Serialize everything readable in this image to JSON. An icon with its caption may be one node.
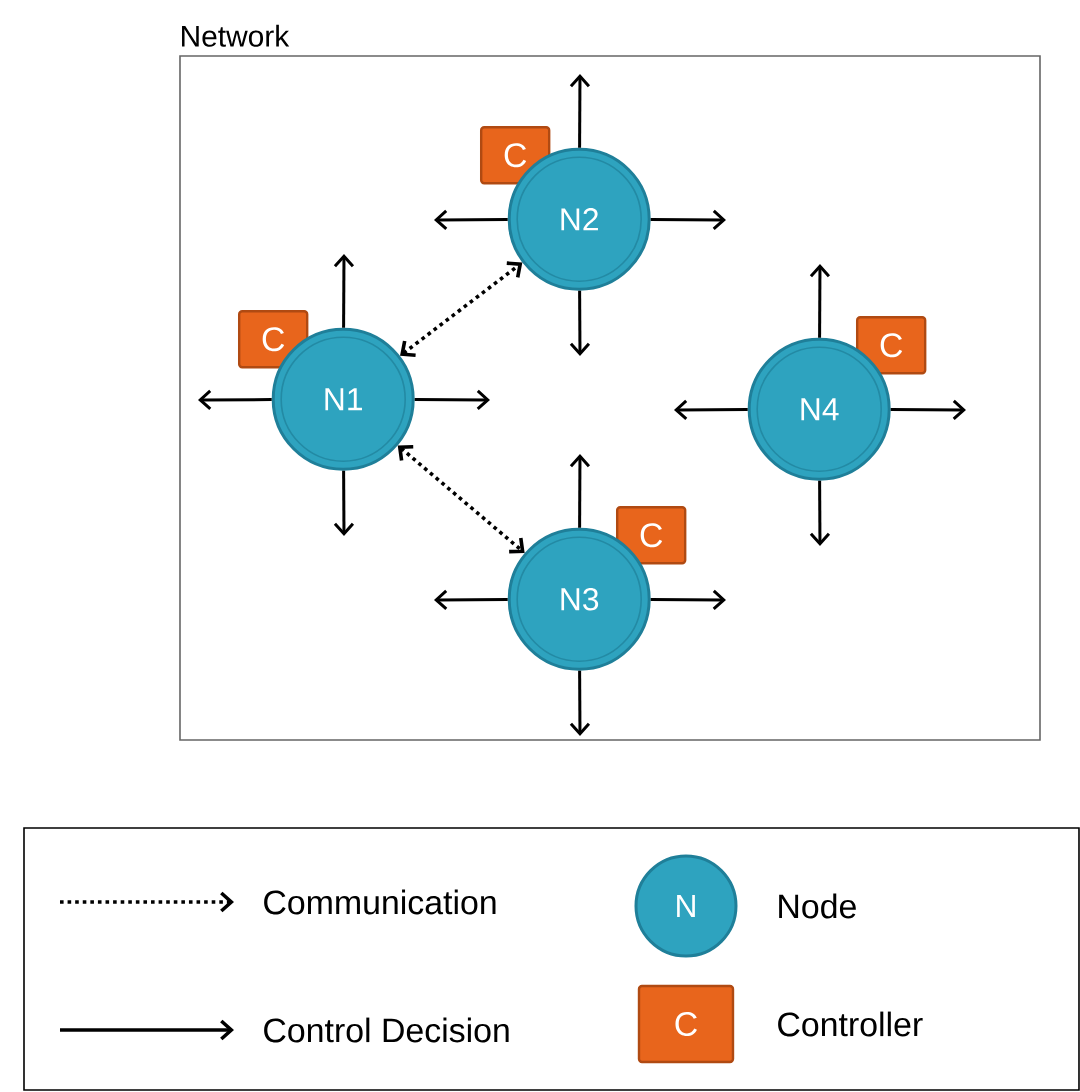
{
  "diagram": {
    "nodes": [
      {
        "text": [
          "Network"
        ]
      },
      {
        "text": [
          "N1"
        ],
        "in": 0
      },
      {
        "text": [
          "C"
        ],
        "in": 0
      },
      {
        "text": [
          "N2"
        ],
        "in": 0
      },
      {
        "text": [
          "C"
        ],
        "in": 0
      },
      {
        "text": [
          "N3"
        ],
        "in": 0
      },
      {
        "text": [
          "C"
        ],
        "in": 0
      },
      {
        "text": [
          "N4"
        ],
        "in": 0
      },
      {
        "text": [
          "C"
        ],
        "in": 0
      }
    ],
    "edges": [
      {
        "from": 1,
        "to": 3,
        "arrow": "both",
        "style": "dashed"
      },
      {
        "from": 1,
        "to": 5,
        "arrow": "both",
        "style": "dashed"
      },
      {
        "from": 1,
        "to": null,
        "arrow": "to"
      },
      {
        "from": 1,
        "to": null,
        "arrow": "to"
      },
      {
        "from": 1,
        "to": null,
        "arrow": "to"
      },
      {
        "from": 1,
        "to": null,
        "arrow": "to"
      },
      {
        "from": 3,
        "to": null,
        "arrow": "to"
      },
      {
        "from": 3,
        "to": null,
        "arrow": "to"
      },
      {
        "from": 3,
        "to": null,
        "arrow": "to"
      },
      {
        "from": 3,
        "to": null,
        "arrow": "to"
      },
      {
        "from": 5,
        "to": null,
        "arrow": "to"
      },
      {
        "from": 5,
        "to": null,
        "arrow": "to"
      },
      {
        "from": 5,
        "to": null,
        "arrow": "to"
      },
      {
        "from": 5,
        "to": null,
        "arrow": "to"
      },
      {
        "from": 7,
        "to": null,
        "arrow": "to"
      },
      {
        "from": 7,
        "to": null,
        "arrow": "to"
      },
      {
        "from": 7,
        "to": null,
        "arrow": "to"
      },
      {
        "from": 7,
        "to": null,
        "arrow": "to"
      }
    ],
    "labels": [
      "N",
      "C"
    ],
    "legend": [
      {
        "text": "Communication"
      },
      {
        "text": "Node"
      },
      {
        "text": "Control Decision"
      },
      {
        "text": "Controller"
      }
    ]
  }
}
